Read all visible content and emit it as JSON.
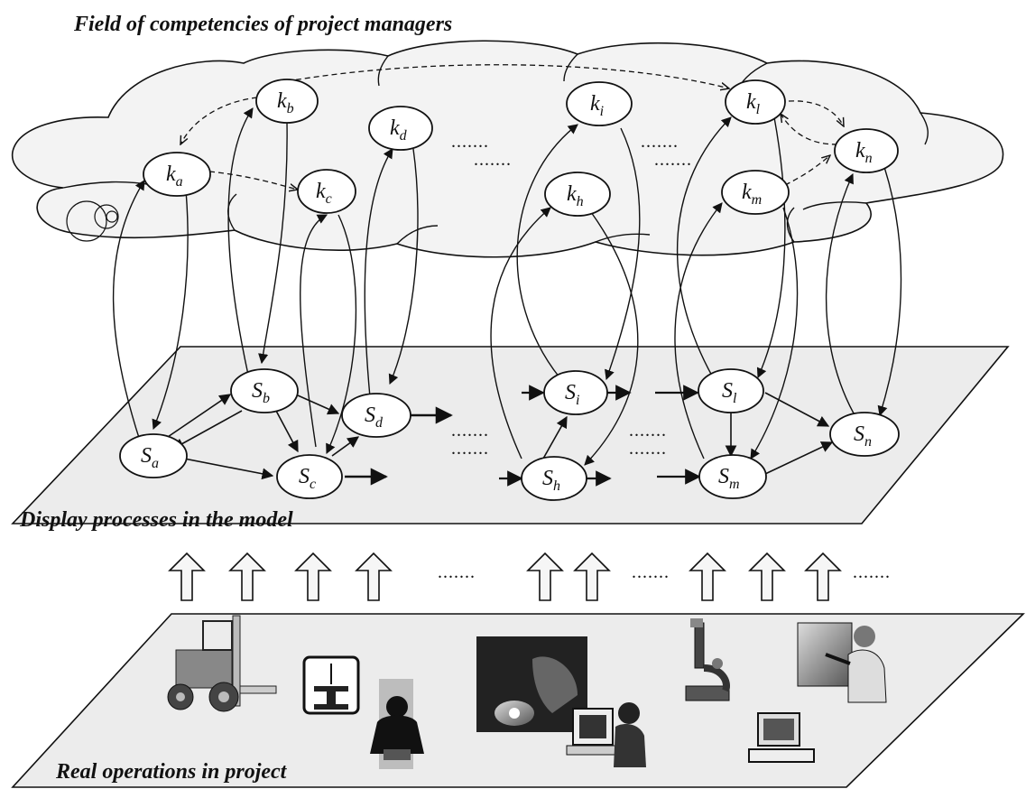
{
  "titles": {
    "competency_field": "Field of competencies of project managers",
    "model_plane": "Display processes in the model",
    "operations_plane": "Real operations in project"
  },
  "competency_nodes": [
    {
      "id": "ka",
      "letter": "k",
      "sub": "a"
    },
    {
      "id": "kb",
      "letter": "k",
      "sub": "b"
    },
    {
      "id": "kc",
      "letter": "k",
      "sub": "c"
    },
    {
      "id": "kd",
      "letter": "k",
      "sub": "d"
    },
    {
      "id": "kh",
      "letter": "k",
      "sub": "h"
    },
    {
      "id": "ki",
      "letter": "k",
      "sub": "i"
    },
    {
      "id": "kl",
      "letter": "k",
      "sub": "l"
    },
    {
      "id": "km",
      "letter": "k",
      "sub": "m"
    },
    {
      "id": "kn",
      "letter": "k",
      "sub": "n"
    }
  ],
  "process_nodes": [
    {
      "id": "Sa",
      "letter": "S",
      "sub": "a"
    },
    {
      "id": "Sb",
      "letter": "S",
      "sub": "b"
    },
    {
      "id": "Sc",
      "letter": "S",
      "sub": "c"
    },
    {
      "id": "Sd",
      "letter": "S",
      "sub": "d"
    },
    {
      "id": "Sh",
      "letter": "S",
      "sub": "h"
    },
    {
      "id": "Si",
      "letter": "S",
      "sub": "i"
    },
    {
      "id": "Sl",
      "letter": "S",
      "sub": "l"
    },
    {
      "id": "Sm",
      "letter": "S",
      "sub": "m"
    },
    {
      "id": "Sn",
      "letter": "S",
      "sub": "n"
    }
  ],
  "ellipsis": ".......",
  "operation_icons": [
    "forklift-icon",
    "crane-beam-icon",
    "worker-icon",
    "welder-photo",
    "computer-operator-icon",
    "microscope-icon",
    "desktop-computer-icon",
    "presenter-icon"
  ]
}
